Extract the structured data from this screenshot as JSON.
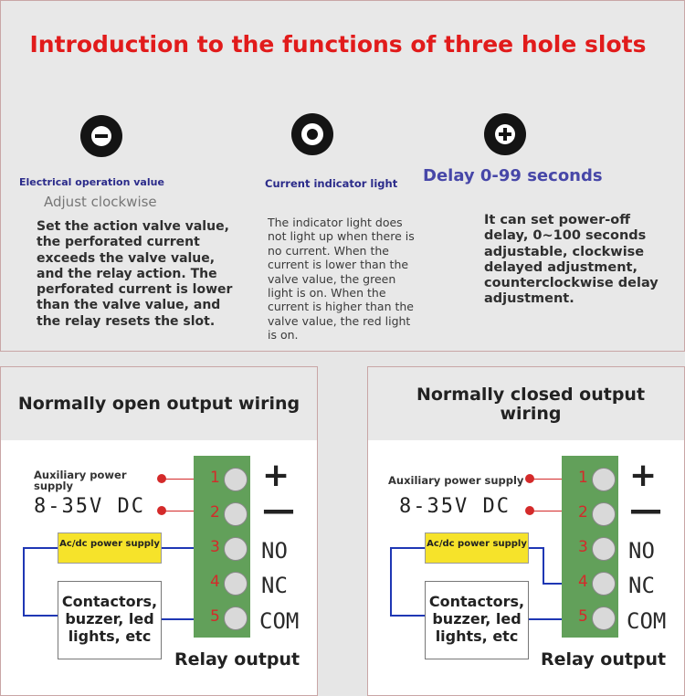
{
  "title": "Introduction to the functions of three hole slots",
  "slots": [
    {
      "icon": "minus-circle-icon",
      "label": "Electrical operation value",
      "sublabel": "Adjust clockwise",
      "description": "Set the action valve value, the perforated current exceeds the valve value, and the relay action. The perforated current is lower than the valve value, and the relay resets the slot."
    },
    {
      "icon": "ring-icon",
      "label": "Current indicator light",
      "description": "The indicator light does not light up when there is no current. When the current is lower than the valve value, the green light is on. When the current is higher than the valve value, the red light is on."
    },
    {
      "icon": "plus-circle-icon",
      "label": "Delay 0-99 seconds",
      "description": "It can set power-off delay, 0~100 seconds adjustable, clockwise delayed adjustment, counterclockwise delay adjustment."
    }
  ],
  "wiring": [
    {
      "title": "Normally open output wiring",
      "aux_label": "Auxiliary power supply",
      "voltage": "8-35V DC",
      "power_box": "Ac/dc power supply",
      "device_box": "Contactors, buzzer, led lights, etc",
      "relay_label": "Relay output",
      "terminals": [
        {
          "num": "1",
          "label": "+"
        },
        {
          "num": "2",
          "label": "—"
        },
        {
          "num": "3",
          "label": "NO"
        },
        {
          "num": "4",
          "label": "NC"
        },
        {
          "num": "5",
          "label": "COM"
        }
      ]
    },
    {
      "title": "Normally closed output wiring",
      "aux_label": "Auxiliary power supply",
      "voltage": "8-35V DC",
      "power_box": "Ac/dc power supply",
      "device_box": "Contactors, buzzer, led lights, etc",
      "relay_label": "Relay output",
      "terminals": [
        {
          "num": "1",
          "label": "+"
        },
        {
          "num": "2",
          "label": "—"
        },
        {
          "num": "3",
          "label": "NO"
        },
        {
          "num": "4",
          "label": "NC"
        },
        {
          "num": "5",
          "label": "COM"
        }
      ]
    }
  ],
  "colors": {
    "title": "#e11b1b",
    "terminal_block": "#62a05a",
    "wire": "#1f37b4",
    "lead": "#d42a2a",
    "power_box": "#f6e32a"
  }
}
